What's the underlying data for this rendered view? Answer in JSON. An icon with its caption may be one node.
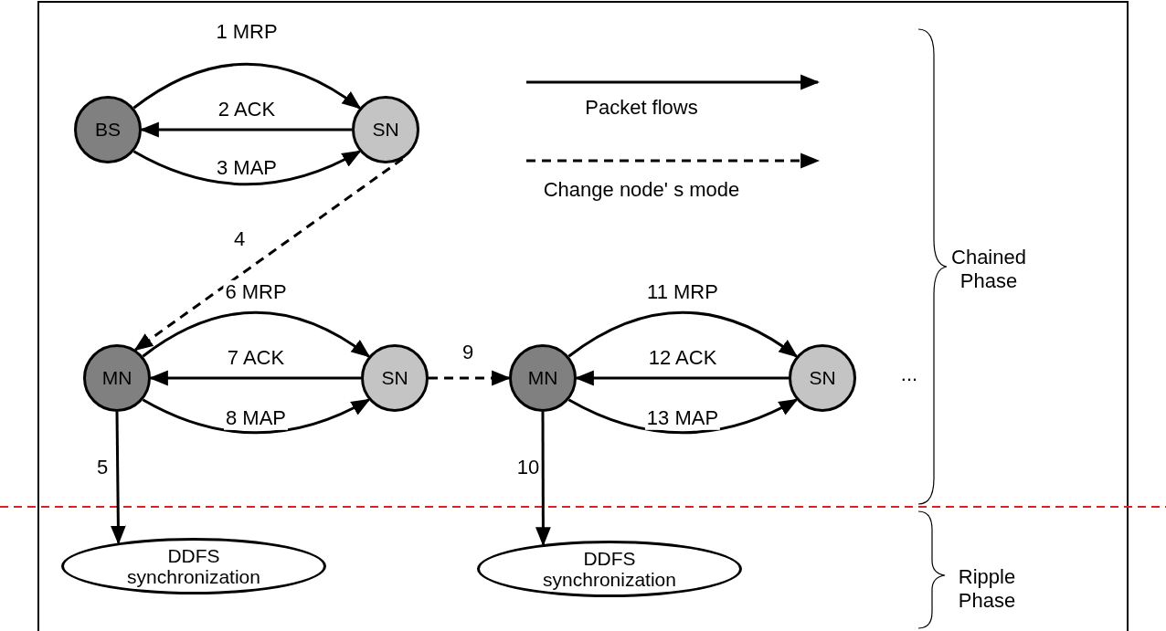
{
  "diagram": {
    "nodes": [
      {
        "text": [
          "BS"
        ]
      },
      {
        "text": [
          "SN"
        ]
      },
      {
        "text": [
          "MN"
        ]
      },
      {
        "text": [
          "SN"
        ]
      },
      {
        "text": [
          "MN"
        ]
      },
      {
        "text": [
          "SN"
        ]
      },
      {
        "text": [
          "DDFS synchronization"
        ]
      },
      {
        "text": [
          "DDFS synchronization"
        ]
      }
    ],
    "edges": [
      {
        "from": 0,
        "to": 1,
        "arrow": "to",
        "label": "1 MRP"
      },
      {
        "from": 1,
        "to": 0,
        "arrow": "to",
        "label": "2 ACK"
      },
      {
        "from": 0,
        "to": 1,
        "arrow": "to",
        "label": "3 MAP"
      },
      {
        "from": 1,
        "to": 2,
        "arrow": "to",
        "label": "4",
        "style": "dashed"
      },
      {
        "from": 2,
        "to": 6,
        "arrow": "to",
        "label": "5"
      },
      {
        "from": 2,
        "to": 3,
        "arrow": "to",
        "label": "6 MRP"
      },
      {
        "from": 3,
        "to": 2,
        "arrow": "to",
        "label": "7 ACK"
      },
      {
        "from": 2,
        "to": 3,
        "arrow": "to",
        "label": "8 MAP"
      },
      {
        "from": 3,
        "to": 4,
        "arrow": "to",
        "label": "9",
        "style": "dashed"
      },
      {
        "from": 4,
        "to": 7,
        "arrow": "to",
        "label": "10"
      },
      {
        "from": 4,
        "to": 5,
        "arrow": "to",
        "label": "11 MRP"
      },
      {
        "from": 5,
        "to": 4,
        "arrow": "to",
        "label": "12 ACK"
      },
      {
        "from": 4,
        "to": 5,
        "arrow": "to",
        "label": "13 MAP"
      }
    ],
    "labels": [
      "Chained Phase",
      "...",
      "Ripple Phase"
    ],
    "legend": [
      {
        "text": "Packet flows"
      },
      {
        "text": "Change node' s mode"
      }
    ]
  }
}
